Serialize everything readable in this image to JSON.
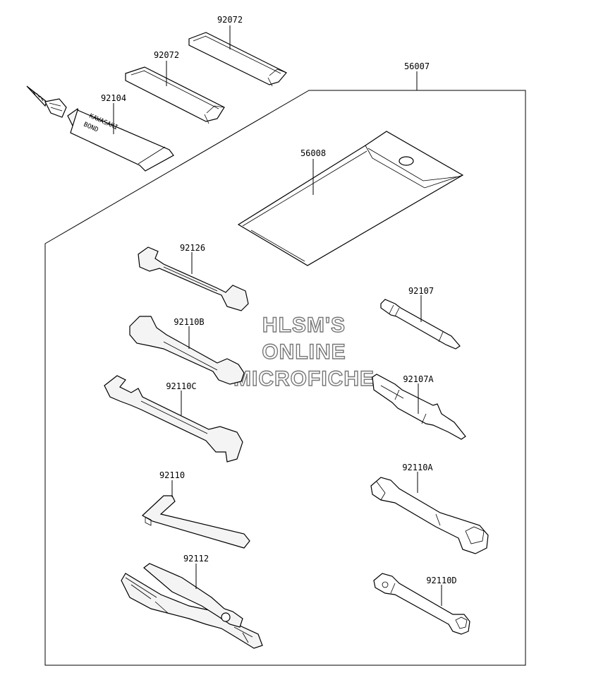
{
  "diagram": {
    "watermark": [
      "HLSM'S",
      "ONLINE",
      "MICROFICHE"
    ],
    "tube_print": [
      "KAWASAKI",
      "BOND"
    ],
    "parts": [
      {
        "id": "p-92072-top",
        "number": "92072",
        "item": "band"
      },
      {
        "id": "p-92072-mid",
        "number": "92072",
        "item": "band"
      },
      {
        "id": "p-92104",
        "number": "92104",
        "item": "bond-tube"
      },
      {
        "id": "p-56007",
        "number": "56007",
        "item": "owners-tool-kit"
      },
      {
        "id": "p-56008",
        "number": "56008",
        "item": "tool-case"
      },
      {
        "id": "p-92126",
        "number": "92126",
        "item": "open-end-wrench"
      },
      {
        "id": "p-92110B",
        "number": "92110B",
        "item": "open-end-wrench"
      },
      {
        "id": "p-92110C",
        "number": "92110C",
        "item": "open-end-wrench"
      },
      {
        "id": "p-92107",
        "number": "92107",
        "item": "screwdriver-bit"
      },
      {
        "id": "p-92107A",
        "number": "92107A",
        "item": "screwdriver"
      },
      {
        "id": "p-92110",
        "number": "92110",
        "item": "hex-key"
      },
      {
        "id": "p-92110A",
        "number": "92110A",
        "item": "box-wrench"
      },
      {
        "id": "p-92112",
        "number": "92112",
        "item": "pliers"
      },
      {
        "id": "p-92110D",
        "number": "92110D",
        "item": "box-wrench"
      }
    ]
  }
}
